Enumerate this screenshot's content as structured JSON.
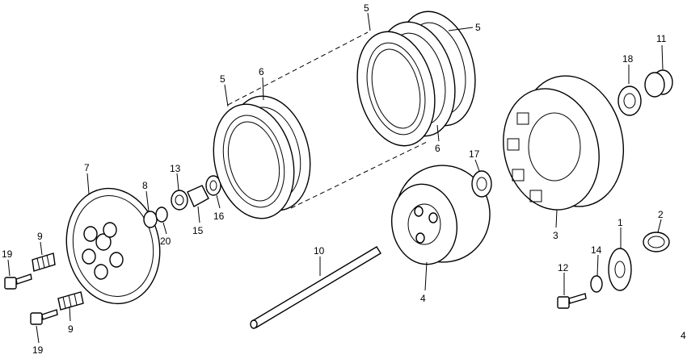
{
  "callouts": [
    {
      "id": "c1",
      "text": "1"
    },
    {
      "id": "c2",
      "text": "2"
    },
    {
      "id": "c3",
      "text": "3"
    },
    {
      "id": "c4",
      "text": "4"
    },
    {
      "id": "c5a",
      "text": "5"
    },
    {
      "id": "c5b",
      "text": "5"
    },
    {
      "id": "c5c",
      "text": "5"
    },
    {
      "id": "c6a",
      "text": "6"
    },
    {
      "id": "c6b",
      "text": "6"
    },
    {
      "id": "c7",
      "text": "7"
    },
    {
      "id": "c8",
      "text": "8"
    },
    {
      "id": "c9a",
      "text": "9"
    },
    {
      "id": "c9b",
      "text": "9"
    },
    {
      "id": "c10",
      "text": "10"
    },
    {
      "id": "c11",
      "text": "11"
    },
    {
      "id": "c12",
      "text": "12"
    },
    {
      "id": "c13",
      "text": "13"
    },
    {
      "id": "c14",
      "text": "14"
    },
    {
      "id": "c15",
      "text": "15"
    },
    {
      "id": "c16",
      "text": "16"
    },
    {
      "id": "c17",
      "text": "17"
    },
    {
      "id": "c18",
      "text": "18"
    },
    {
      "id": "c19a",
      "text": "19"
    },
    {
      "id": "c19b",
      "text": "19"
    },
    {
      "id": "c20",
      "text": "20"
    }
  ],
  "corner_mark": "4"
}
